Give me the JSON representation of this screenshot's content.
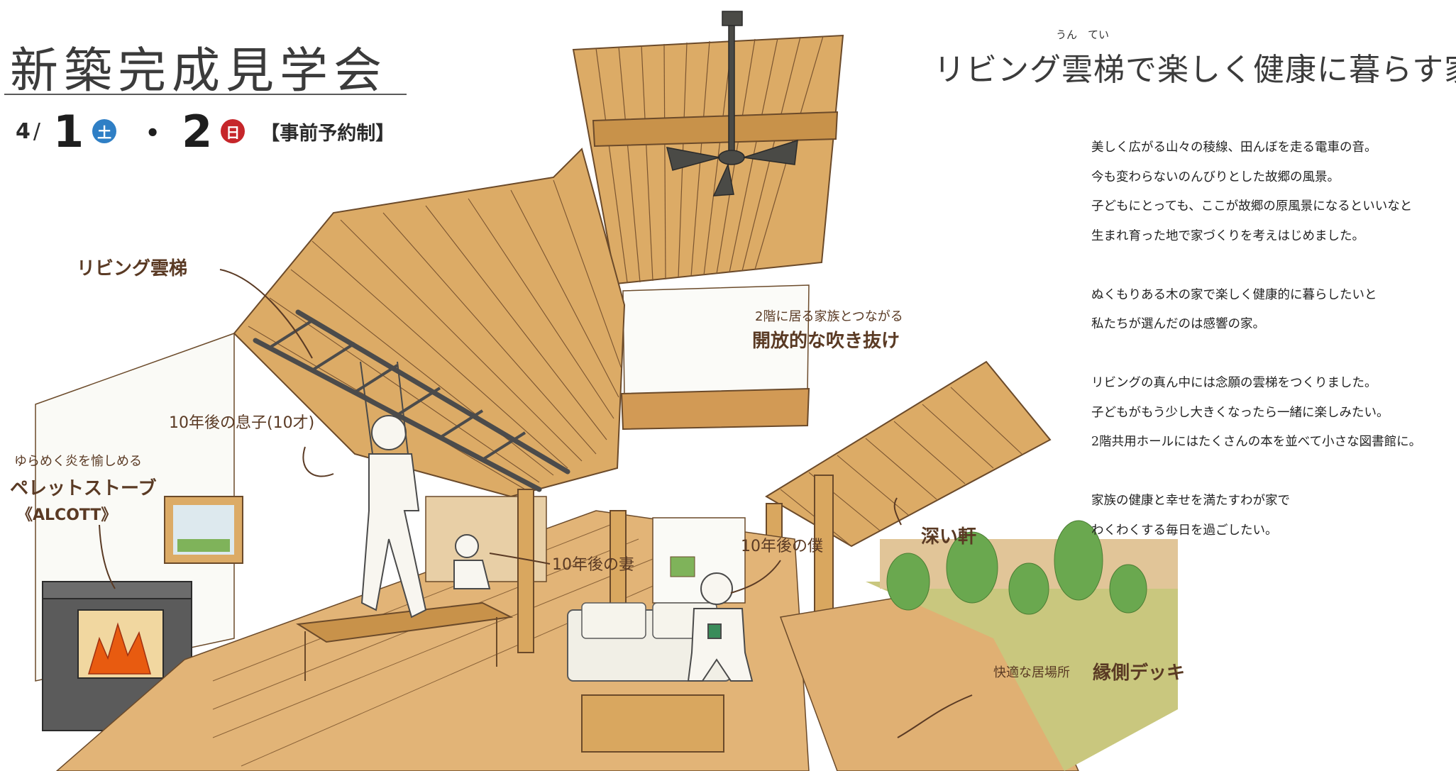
{
  "header": {
    "title": "新築完成見学会",
    "month": "4",
    "slash": "/",
    "day1": "1",
    "weekday1": "土",
    "separator": "・",
    "day2": "2",
    "weekday2": "日",
    "reservation": "【事前予約制】"
  },
  "headline": {
    "ruby": "うん　てい",
    "text": "リビング雲梯で楽しく健康に暮らす家"
  },
  "copy": [
    [
      "美しく広がる山々の稜線、田んぼを走る電車の音。",
      "今も変わらないのんびりとした故郷の風景。",
      "子どもにとっても、ここが故郷の原風景になるといいなと",
      "生まれ育った地で家づくりを考えはじめました。"
    ],
    [
      "ぬくもりある木の家で楽しく健康的に暮らしたいと",
      "私たちが選んだのは感響の家。"
    ],
    [
      "リビングの真ん中には念願の雲梯をつくりました。",
      "子どもがもう少し大きくなったら一緒に楽しみたい。",
      "2階共用ホールにはたくさんの本を並べて小さな図書館に。"
    ],
    [
      "家族の健康と幸せを満たすわが家で",
      "わくわくする毎日を過ごしたい。"
    ]
  ],
  "annotations": {
    "living_monkey_bars": "リビング雲梯",
    "son": "10年後の息子(10才)",
    "stove_caption": "ゆらめく炎を愉しめる",
    "stove_name": "ペレットストーブ",
    "stove_brand": "《ALCOTT》",
    "atrium_caption": "2階に居る家族とつながる",
    "atrium_name": "開放的な吹き抜け",
    "wife": "10年後の妻",
    "me": "10年後の僕",
    "eaves": "深い軒",
    "deck_caption": "快適な居場所",
    "deck_name": "縁側デッキ"
  },
  "colors": {
    "wood": "#d9a75f",
    "wood_light": "#edc98a",
    "wood_line": "#6b4a2a",
    "sat_badge": "#2f7fc5",
    "sun_badge": "#c6262a",
    "grass": "#c9c77e",
    "plant": "#6aa84f",
    "stove": "#5b5b5b",
    "fire": "#e85b10",
    "annotation": "#5a3a24"
  }
}
